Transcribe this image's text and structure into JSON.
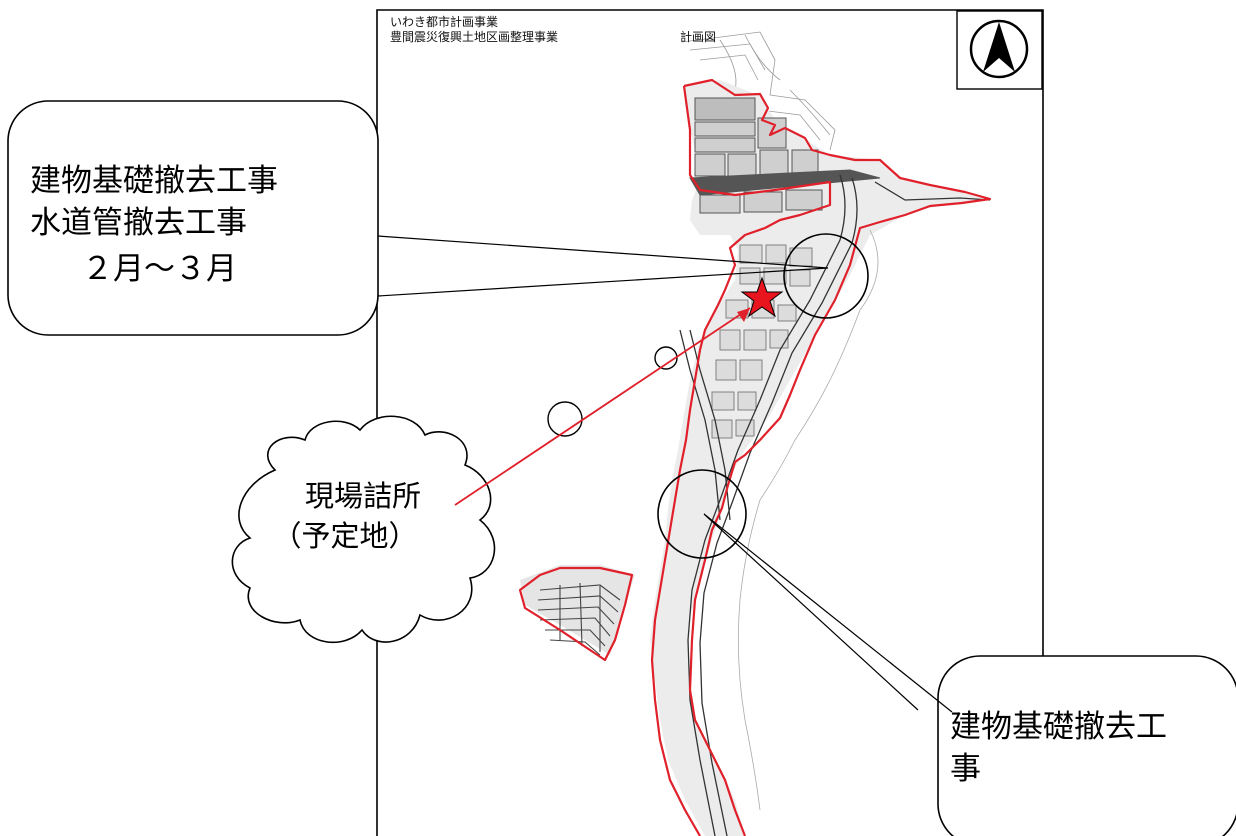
{
  "sheet": {
    "title_line1": "いわき都市計画事業",
    "title_line2": "豊間震災復興土地区画整理事業",
    "title_right": "計画図"
  },
  "icons": {
    "north_arrow": "north-arrow-icon",
    "office_marker": "star-icon"
  },
  "colors": {
    "boundary": "#e0202a",
    "pointer": "#e0202a",
    "star_fill": "#e8141e",
    "ink": "#000000"
  },
  "callouts": {
    "top_left": {
      "line1": "建物基礎撤去工事",
      "line2": "水道管撤去工事",
      "line3": "２月～３月"
    },
    "site_office": {
      "line1": "現場詰所",
      "line2": "（予定地）"
    },
    "bottom_right": {
      "line1": "建物基礎撤去工",
      "line2": "事"
    }
  }
}
